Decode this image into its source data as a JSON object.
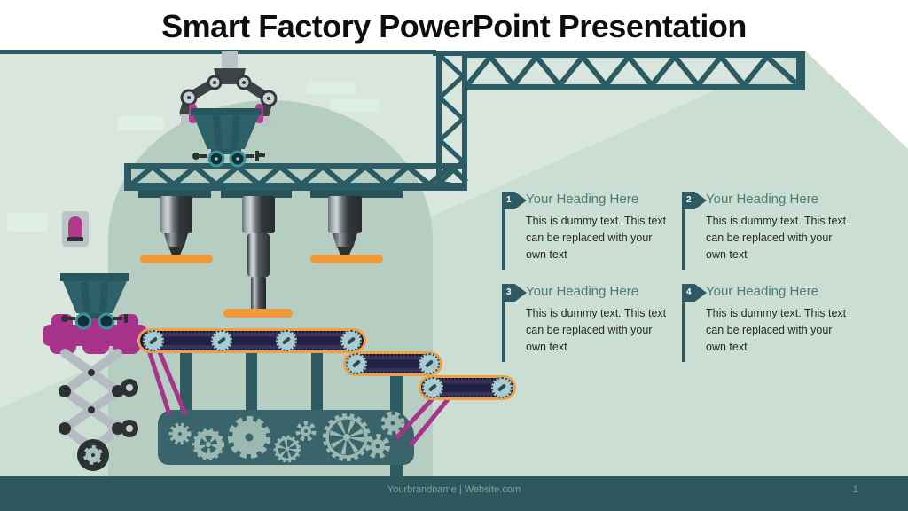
{
  "slide": {
    "title": "Smart Factory PowerPoint Presentation",
    "footer_text": "Yourbrandname | Website.com",
    "page_number": "1"
  },
  "blocks": [
    {
      "number": "1",
      "heading": "Your Heading Here",
      "body": "This is dummy text. This text can be replaced with your own text"
    },
    {
      "number": "2",
      "heading": "Your Heading Here",
      "body": "This is dummy text. This text can be replaced with your own text"
    },
    {
      "number": "3",
      "heading": "Your Heading Here",
      "body": "This is dummy text. This text can be replaced with your own text"
    },
    {
      "number": "4",
      "heading": "Your Heading Here",
      "body": "This is dummy text. This text can be replaced with your own text"
    }
  ],
  "palette": {
    "structure_teal": "#2b5c63",
    "housing_teal": "#3a646b",
    "magenta": "#a7338a",
    "orange": "#f09a3c",
    "background_green": "#cbded3",
    "background_light": "#d8e6dd",
    "dome_green": "#b6cdc2",
    "belt_navy": "#2c2950",
    "roller_blue": "#a9cbd1",
    "gear_sage": "#9cb9b1",
    "footer_teal": "#2d595e",
    "heading_teal": "#4d7b77"
  }
}
